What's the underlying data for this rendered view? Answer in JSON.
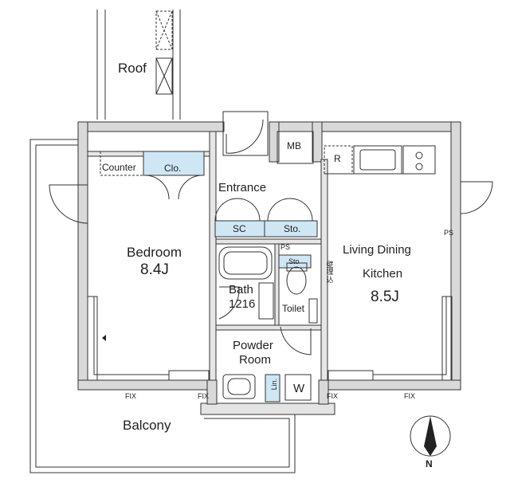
{
  "rooms": {
    "roof": "Roof",
    "bedroom": "Bedroom",
    "bedroom_size": "8.4J",
    "counter": "Counter",
    "closet": "Clo.",
    "entrance": "Entrance",
    "shoe_cabinet": "SC",
    "storage": "Sto.",
    "pipe_space_1": "PS",
    "small_storage": "Sto",
    "bath": "Bath",
    "bath_size": "1216",
    "toilet": "Toilet",
    "powder_room_line1": "Powder",
    "powder_room_line2": "Room",
    "ldk_line1": "Living Dining",
    "ldk_line2": "Kitchen",
    "ldk_size": "8.5J",
    "meter_box": "MB",
    "refrigerator": "R",
    "pipe_space_2": "PS",
    "linen": "Lin.",
    "washer": "W",
    "balcony": "Balcony",
    "wall_outlet": "壁埋込"
  },
  "windows": {
    "fix_1": "FIX",
    "fix_2": "FIX",
    "fix_3": "FIX",
    "fix_4": "FIX"
  },
  "compass": {
    "north_label": "N"
  },
  "colors": {
    "wall": "#d9d9d9",
    "storage_fill": "#cfe6f5",
    "line": "#333333"
  }
}
